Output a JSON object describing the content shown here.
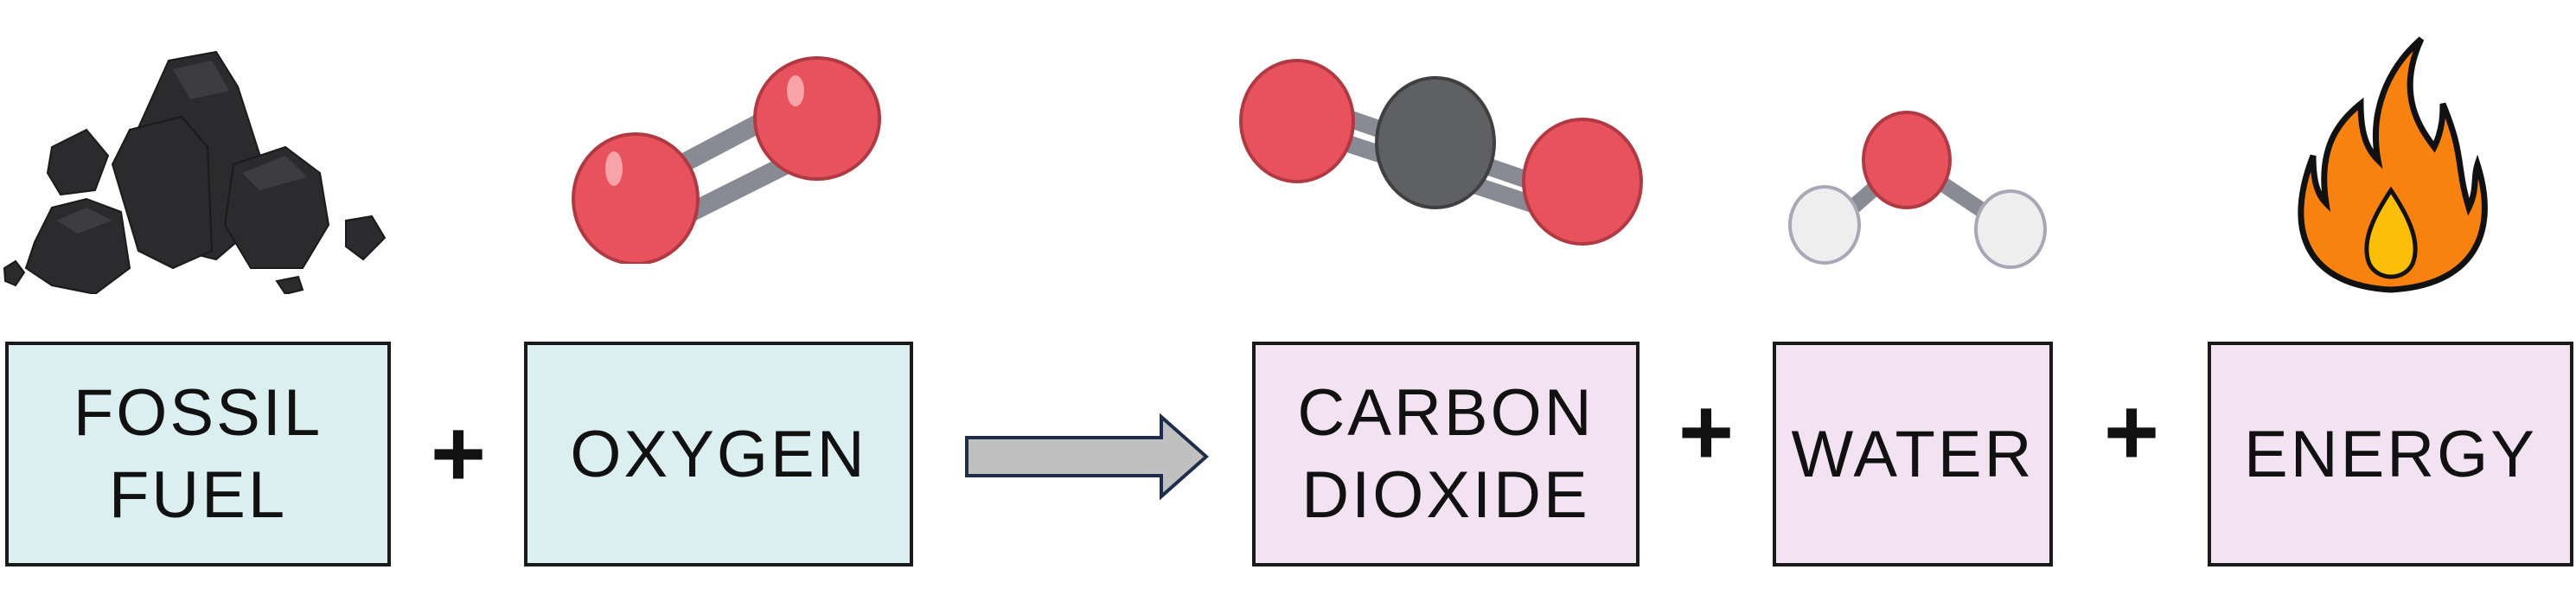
{
  "reactants": [
    {
      "lines": [
        "FOSSIL",
        "FUEL"
      ],
      "icon": "coal-icon"
    },
    {
      "lines": [
        "OXYGEN"
      ],
      "icon": "oxygen-molecule-icon"
    }
  ],
  "products": [
    {
      "lines": [
        "CARBON",
        "DIOXIDE"
      ],
      "icon": "carbon-dioxide-molecule-icon"
    },
    {
      "lines": [
        "WATER"
      ],
      "icon": "water-molecule-icon"
    },
    {
      "lines": [
        "ENERGY"
      ],
      "icon": "flame-icon"
    }
  ],
  "operators": {
    "plus": "+"
  },
  "colors": {
    "reactant_box": "#dbeff0",
    "product_box": "#f2e2f2",
    "arrow": "#c0c0c0",
    "oxygen": "#e8525d",
    "carbon": "#5f6062",
    "hydrogen": "#eeeeee",
    "flame_outer": "#f7820f",
    "flame_inner": "#fbbf0a"
  }
}
